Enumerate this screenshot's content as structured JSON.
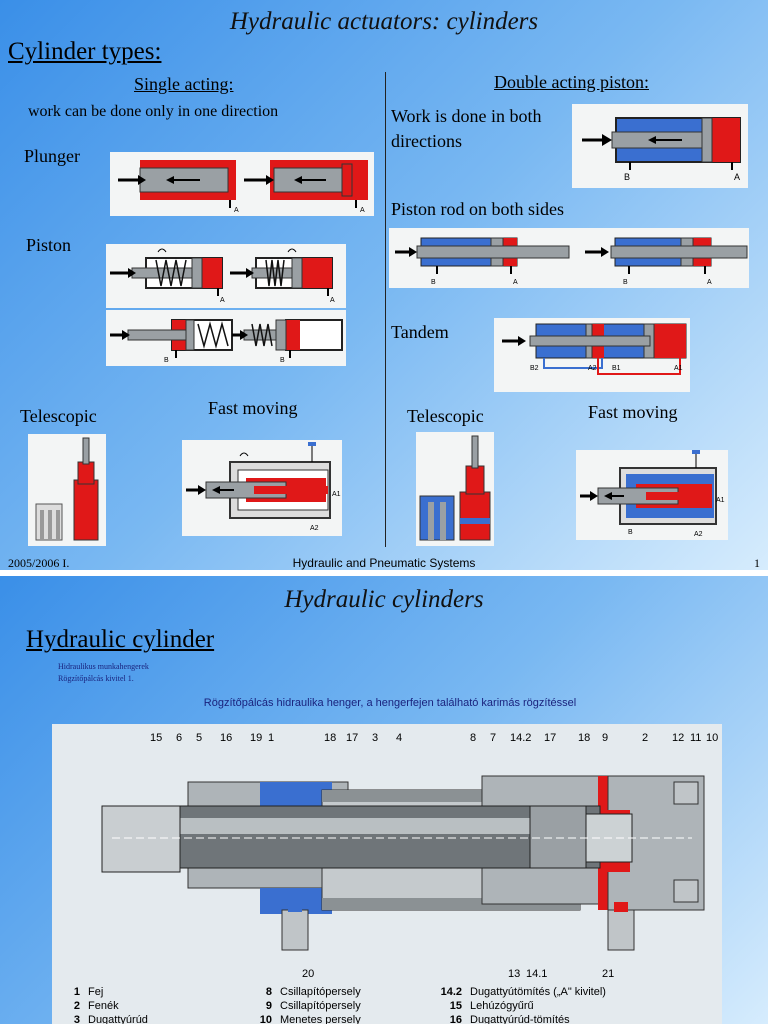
{
  "slide1": {
    "title": "Hydraulic actuators: cylinders",
    "heading": "Cylinder types:",
    "single_heading": "Single acting:",
    "single_sub": "work can be done only in one direction",
    "double_heading": "Double acting piston:",
    "double_sub_1": "Work is done in both",
    "double_sub_2": "directions",
    "plunger": "Plunger",
    "piston": "Piston",
    "telescopic_left": "Telescopic",
    "fast_moving_left": "Fast moving",
    "rod_both_sides": "Piston rod on both sides",
    "tandem": "Tandem",
    "telescopic_right": "Telescopic",
    "fast_moving_right": "Fast moving",
    "port_a": "A",
    "port_b": "B",
    "port_a1": "A1",
    "port_a2": "A2",
    "port_b1": "B1",
    "port_b2": "B2",
    "footer_left": "2005/2006 I.",
    "footer_center": "Hydraulic and Pneumatic Systems",
    "footer_right": "1"
  },
  "slide2": {
    "title": "Hydraulic cylinders",
    "heading": "Hydraulic cylinder",
    "small_1": "Hidraulikus munkahengerek",
    "small_2": "Rögzítőpálcás kivitel 1.",
    "caption": "Rögzítőpálcás hidraulika henger, a hengerfejen található karimás rögzítéssel",
    "top_numbers": [
      "15",
      "6",
      "5",
      "16",
      "19",
      "1",
      "18",
      "17",
      "3",
      "4",
      "8",
      "7",
      "14.2",
      "17",
      "18",
      "9",
      "2",
      "12",
      "11",
      "10"
    ],
    "bottom_numbers": [
      "20",
      "13",
      "14.1",
      "21"
    ],
    "legend": [
      {
        "num": "1",
        "text": "Fej"
      },
      {
        "num": "2",
        "text": "Fenék"
      },
      {
        "num": "3",
        "text": "Dugattyúrúd"
      },
      {
        "num": "8",
        "text": "Csillapítópersely"
      },
      {
        "num": "9",
        "text": "Csillapítópersely"
      },
      {
        "num": "10",
        "text": "Menetes persely"
      },
      {
        "num": "14.2",
        "text": "Dugattyútömítés („A\" kivitel)"
      },
      {
        "num": "15",
        "text": "Lehúzógyűrű"
      },
      {
        "num": "16",
        "text": "Dugattyúrúd-tömítés"
      }
    ]
  },
  "colors": {
    "oil_red": "#e01818",
    "oil_blue": "#3a6fd0",
    "steel": "#9aa0a4"
  }
}
